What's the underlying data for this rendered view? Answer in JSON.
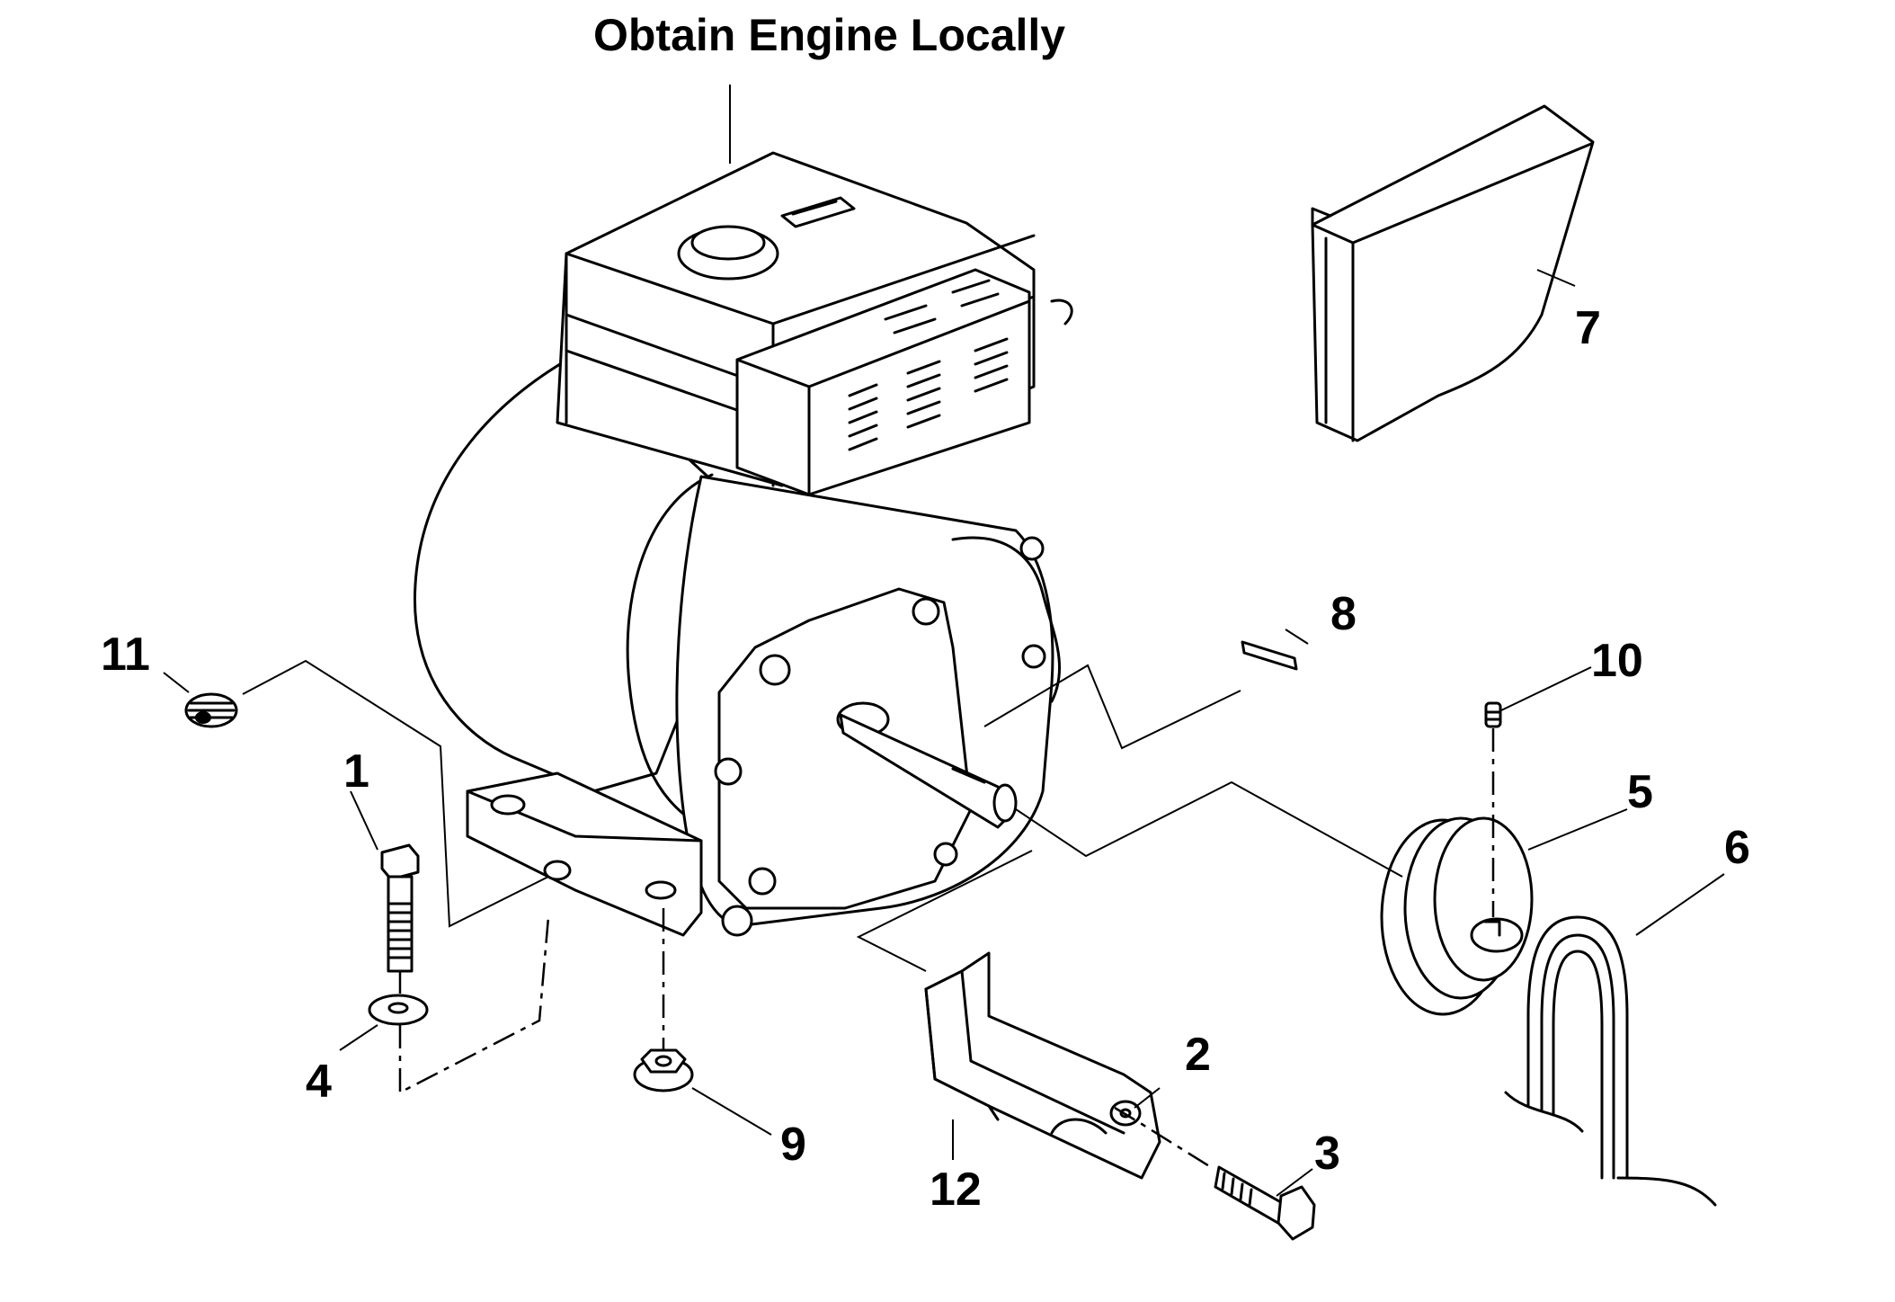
{
  "diagram": {
    "title": "Obtain Engine Locally",
    "callouts": [
      {
        "id": "1",
        "part": "bolt"
      },
      {
        "id": "2",
        "part": "lock-washer"
      },
      {
        "id": "3",
        "part": "hex-bolt"
      },
      {
        "id": "4",
        "part": "flat-washer"
      },
      {
        "id": "5",
        "part": "pulley"
      },
      {
        "id": "6",
        "part": "belt"
      },
      {
        "id": "7",
        "part": "belt-guard"
      },
      {
        "id": "8",
        "part": "key"
      },
      {
        "id": "9",
        "part": "flange-nut"
      },
      {
        "id": "10",
        "part": "set-screw"
      },
      {
        "id": "11",
        "part": "set-screw"
      },
      {
        "id": "12",
        "part": "bracket"
      }
    ]
  }
}
